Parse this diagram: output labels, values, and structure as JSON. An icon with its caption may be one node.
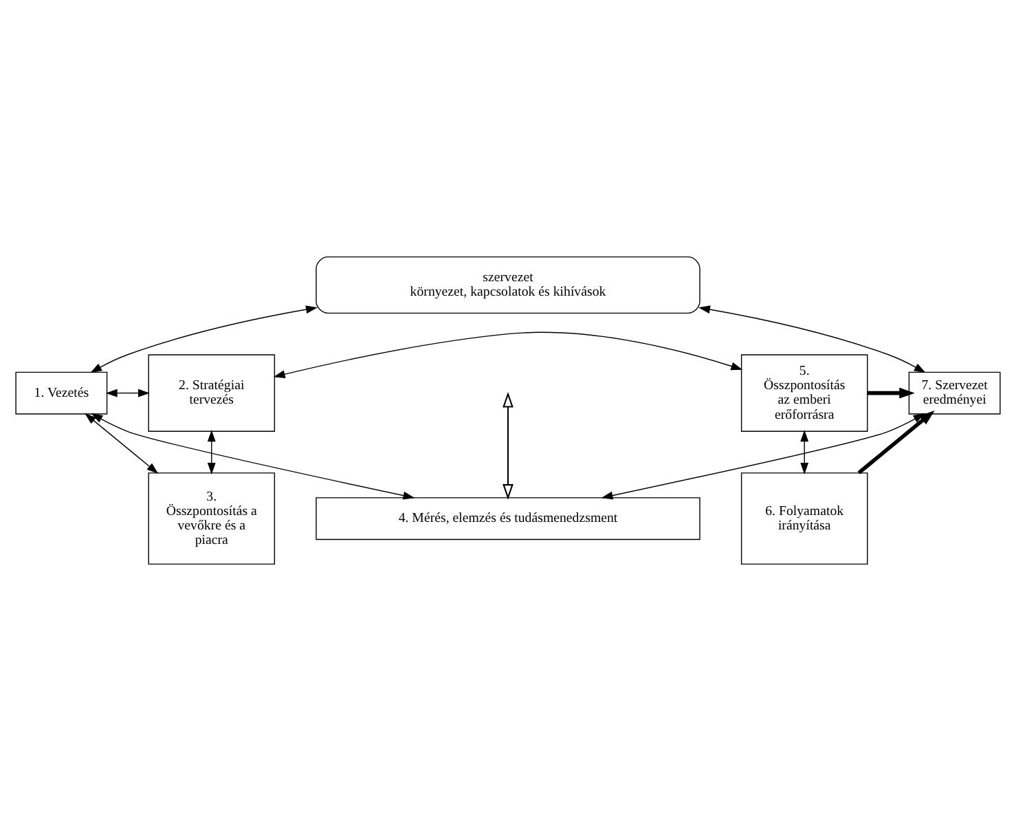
{
  "diagram": {
    "nodes": [
      {
        "text": [
          "szervezet",
          "környezet, kapcsolatok és kihívások"
        ]
      },
      {
        "text": [
          "1. Vezetés"
        ]
      },
      {
        "text": [
          "2. Stratégiai tervezés"
        ]
      },
      {
        "text": [
          "3. Összpontosítás a vevőkre és a piacra"
        ]
      },
      {
        "text": [
          "4. Mérés, elemzés és tudásmenedzsment"
        ]
      },
      {
        "text": [
          "5. Összpontosítás az emberi erőforrásra"
        ]
      },
      {
        "text": [
          "6. Folyamatok irányítása"
        ]
      },
      {
        "text": [
          "7. Szervezet eredményei"
        ]
      }
    ],
    "edges": [
      {
        "from": 0,
        "to": 1,
        "arrow": "both"
      },
      {
        "from": 0,
        "to": 7,
        "arrow": "both"
      },
      {
        "from": 1,
        "to": 2,
        "arrow": "both"
      },
      {
        "from": 1,
        "to": 3,
        "arrow": "both"
      },
      {
        "from": 2,
        "to": 3,
        "arrow": "both"
      },
      {
        "from": 5,
        "to": 6,
        "arrow": "both"
      },
      {
        "from": 5,
        "to": 7,
        "arrow": "to",
        "style": "thick"
      },
      {
        "from": 6,
        "to": 7,
        "arrow": "to",
        "style": "thick"
      },
      {
        "from": 1,
        "to": 4,
        "arrow": "both"
      },
      {
        "from": 7,
        "to": 4,
        "arrow": "both"
      },
      {
        "from": 2,
        "to": 5,
        "arrow": "both"
      },
      {
        "from": 4,
        "to": null,
        "arrow": "both"
      }
    ]
  }
}
